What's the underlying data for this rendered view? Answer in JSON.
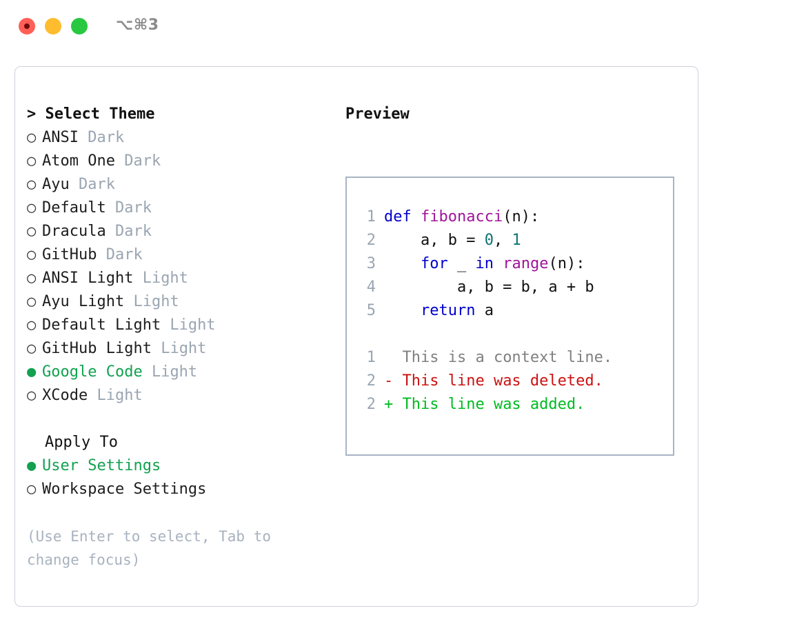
{
  "window": {
    "shortcut": "⌥⌘3",
    "traffic_lights": [
      {
        "name": "close",
        "color": "#ff5f57"
      },
      {
        "name": "minimize",
        "color": "#febc2e"
      },
      {
        "name": "zoom",
        "color": "#28c840"
      }
    ]
  },
  "theme_picker": {
    "caret": ">",
    "title": "Select Theme",
    "marker_selected": "●",
    "marker_unselected": "○",
    "selected_theme": "Google Code",
    "items": [
      {
        "marker": "○",
        "name": "ANSI",
        "variant": "Dark",
        "selected": false
      },
      {
        "marker": "○",
        "name": "Atom One",
        "variant": "Dark",
        "selected": false
      },
      {
        "marker": "○",
        "name": "Ayu",
        "variant": "Dark",
        "selected": false
      },
      {
        "marker": "○",
        "name": "Default",
        "variant": "Dark",
        "selected": false
      },
      {
        "marker": "○",
        "name": "Dracula",
        "variant": "Dark",
        "selected": false
      },
      {
        "marker": "○",
        "name": "GitHub",
        "variant": "Dark",
        "selected": false
      },
      {
        "marker": "○",
        "name": "ANSI Light",
        "variant": "Light",
        "selected": false
      },
      {
        "marker": "○",
        "name": "Ayu Light",
        "variant": "Light",
        "selected": false
      },
      {
        "marker": "○",
        "name": "Default Light",
        "variant": "Light",
        "selected": false
      },
      {
        "marker": "○",
        "name": "GitHub Light",
        "variant": "Light",
        "selected": false
      },
      {
        "marker": "●",
        "name": "Google Code",
        "variant": "Light",
        "selected": true
      },
      {
        "marker": "○",
        "name": "XCode",
        "variant": "Light",
        "selected": false
      }
    ]
  },
  "apply_to": {
    "title": "Apply To",
    "selected_option": "User Settings",
    "options": [
      {
        "marker": "●",
        "label": "User Settings",
        "selected": true
      },
      {
        "marker": "○",
        "label": "Workspace Settings",
        "selected": false
      }
    ]
  },
  "hint": {
    "text": "(Use Enter to select, Tab to\nchange focus)"
  },
  "preview": {
    "label": "Preview",
    "code_lines": [
      {
        "number": "1",
        "tokens": [
          {
            "text": "def ",
            "cls": "kw"
          },
          {
            "text": "fibonacci",
            "cls": "fn"
          },
          {
            "text": "(n):",
            "cls": "pl"
          }
        ]
      },
      {
        "number": "2",
        "tokens": [
          {
            "text": "    a, b = ",
            "cls": "pl"
          },
          {
            "text": "0",
            "cls": "num"
          },
          {
            "text": ", ",
            "cls": "pl"
          },
          {
            "text": "1",
            "cls": "num"
          }
        ]
      },
      {
        "number": "3",
        "tokens": [
          {
            "text": "    ",
            "cls": "pl"
          },
          {
            "text": "for",
            "cls": "kw"
          },
          {
            "text": " _ ",
            "cls": "pl"
          },
          {
            "text": "in",
            "cls": "kw"
          },
          {
            "text": " ",
            "cls": "pl"
          },
          {
            "text": "range",
            "cls": "fn"
          },
          {
            "text": "(n):",
            "cls": "pl"
          }
        ]
      },
      {
        "number": "4",
        "tokens": [
          {
            "text": "        a, b = b, a + b",
            "cls": "pl"
          }
        ]
      },
      {
        "number": "5",
        "tokens": [
          {
            "text": "    ",
            "cls": "pl"
          },
          {
            "text": "return",
            "cls": "kw"
          },
          {
            "text": " a",
            "cls": "pl"
          }
        ]
      }
    ],
    "diff_lines": [
      {
        "number": "1",
        "sign": " ",
        "text": " This is a context line.",
        "cls": "ctx"
      },
      {
        "number": "2",
        "sign": "-",
        "text": " This line was deleted.",
        "cls": "del"
      },
      {
        "number": "2",
        "sign": "+",
        "text": " This line was added.",
        "cls": "add"
      }
    ]
  },
  "colors": {
    "accent_green": "#12a150",
    "keyword_blue": "#0000cc",
    "function_purple": "#a0149b",
    "number_teal": "#0d7373",
    "diff_deleted_red": "#cc1111",
    "diff_added_green": "#00bb22",
    "muted_gray": "#9aa5b1",
    "panel_border": "#cdd3dc",
    "code_border": "#a8b4c4"
  }
}
